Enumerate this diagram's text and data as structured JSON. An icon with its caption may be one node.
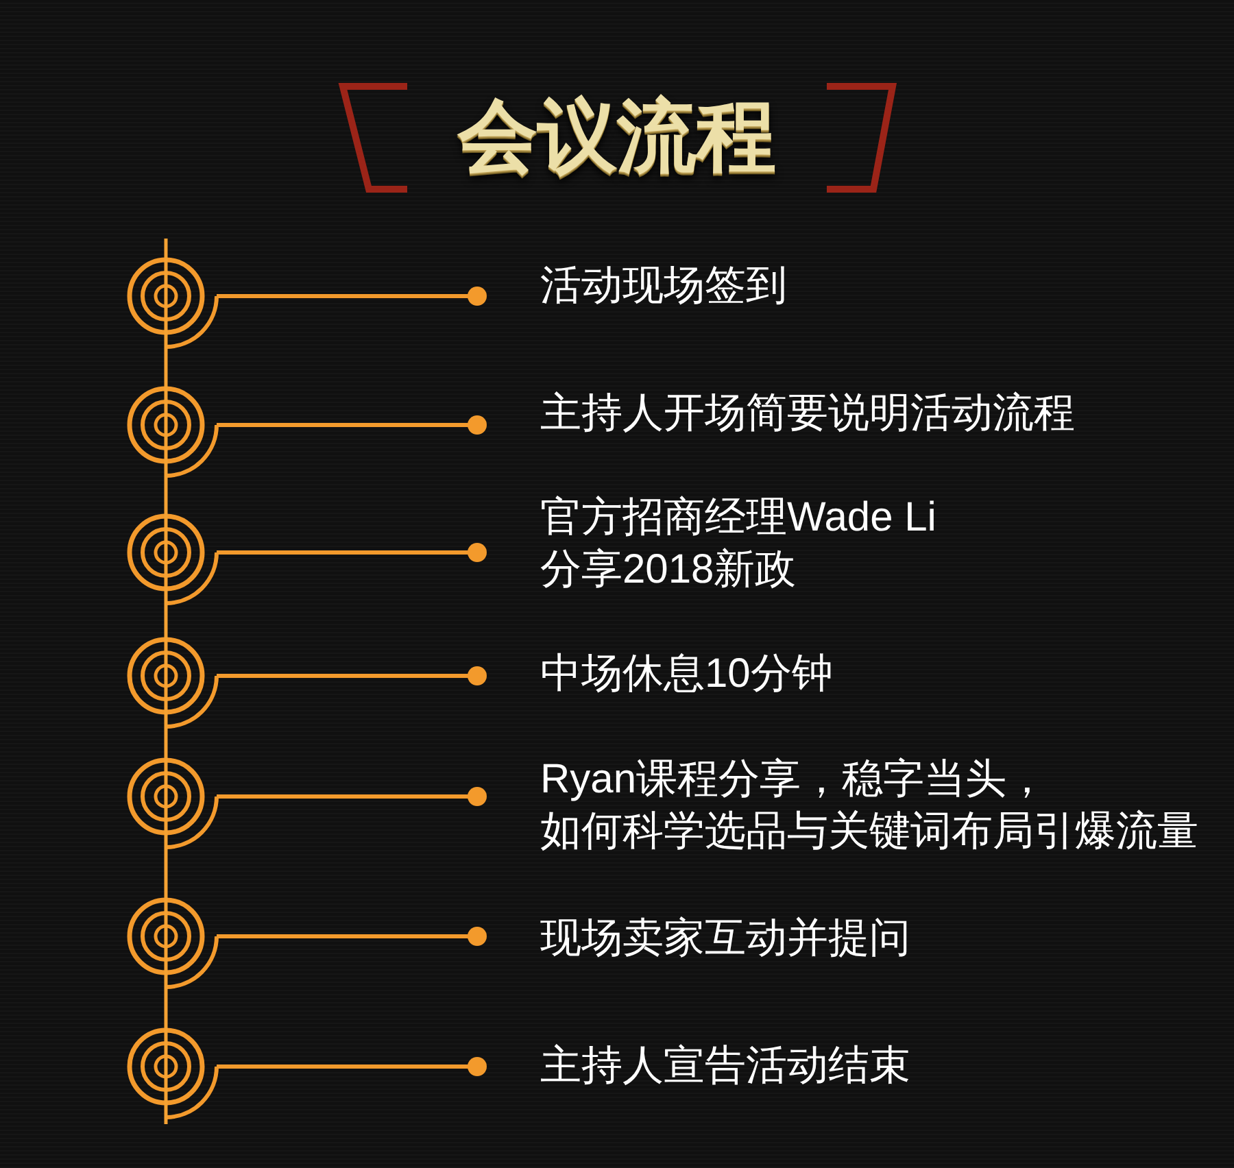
{
  "diagram": {
    "title": "会议流程",
    "nodes": [
      {
        "text": [],
        "shape": "circle"
      },
      {
        "text": [
          "活动现场签到"
        ]
      },
      {
        "text": [],
        "shape": "circle"
      },
      {
        "text": [
          "主持人开场简要说明活动流程"
        ]
      },
      {
        "text": [],
        "shape": "circle"
      },
      {
        "text": [
          "官方招商经理Wade Li分享2018新政"
        ]
      },
      {
        "text": [],
        "shape": "circle"
      },
      {
        "text": [
          "中场休息10分钟"
        ]
      },
      {
        "text": [],
        "shape": "circle"
      },
      {
        "text": [
          "Ryan课程分享，稳字当头，如何科学选品与关键词布局引爆流量"
        ]
      },
      {
        "text": [],
        "shape": "circle"
      },
      {
        "text": [
          "现场卖家互动并提问"
        ]
      },
      {
        "text": [],
        "shape": "circle"
      },
      {
        "text": [
          "主持人宣告活动结束"
        ]
      }
    ],
    "edges": [
      {
        "from": 0,
        "to": 1,
        "arrow": "other"
      },
      {
        "from": 2,
        "to": 3,
        "arrow": "other"
      },
      {
        "from": 4,
        "to": 5,
        "arrow": "other"
      },
      {
        "from": 6,
        "to": 7,
        "arrow": "other"
      },
      {
        "from": 8,
        "to": 9,
        "arrow": "other"
      },
      {
        "from": 10,
        "to": 11,
        "arrow": "other"
      },
      {
        "from": 12,
        "to": 13,
        "arrow": "other"
      }
    ]
  }
}
